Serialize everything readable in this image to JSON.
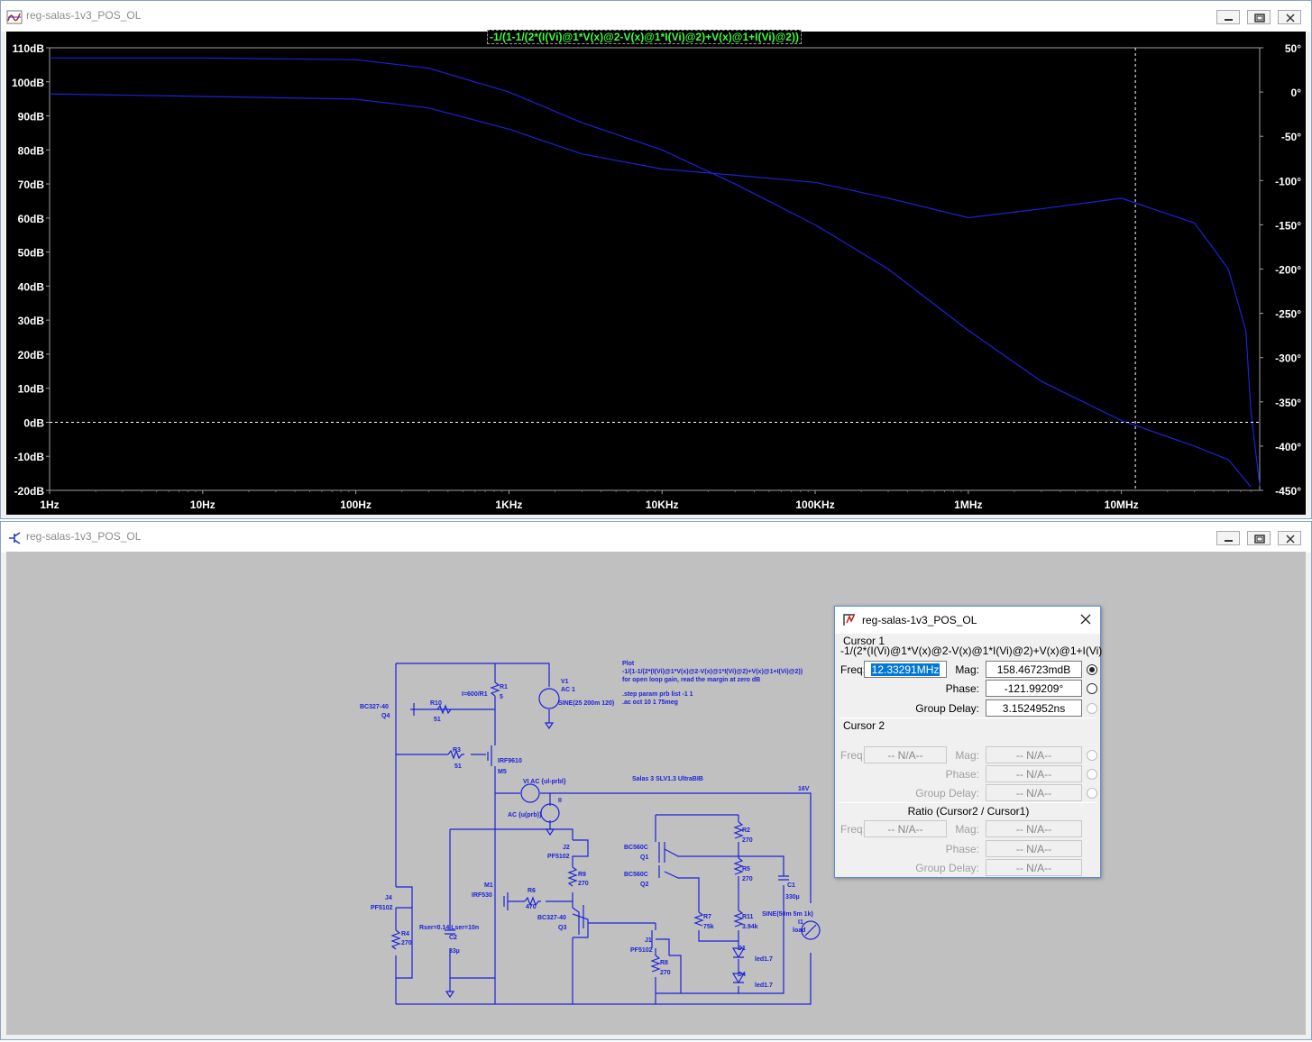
{
  "plot_window": {
    "title": "reg-salas-1v3_POS_OL",
    "trace_label": "-1/(1-1/(2*(I(Vi)@1*V(x)@2-V(x)@1*I(Vi)@2)+V(x)@1+I(Vi)@2))"
  },
  "schematic_window": {
    "title": "reg-salas-1v3_POS_OL"
  },
  "chart_data": {
    "type": "line",
    "x_scale": "log",
    "xlim": [
      1,
      80000000
    ],
    "x_ticks": [
      "1Hz",
      "10Hz",
      "100Hz",
      "1KHz",
      "10KHz",
      "100KHz",
      "1MHz",
      "10MHz"
    ],
    "y_left": {
      "ticks": [
        "110dB",
        "100dB",
        "90dB",
        "80dB",
        "70dB",
        "60dB",
        "50dB",
        "40dB",
        "30dB",
        "20dB",
        "10dB",
        "0dB",
        "-10dB",
        "-20dB"
      ],
      "range": [
        -20,
        110
      ]
    },
    "y_right": {
      "ticks": [
        "50°",
        "0°",
        "-50°",
        "-100°",
        "-150°",
        "-200°",
        "-250°",
        "-300°",
        "-350°",
        "-400°",
        "-450°"
      ],
      "range": [
        -450,
        50
      ]
    },
    "cursor_x": 12332910,
    "series": [
      {
        "kind": "magnitude",
        "color": "#1c22d8",
        "x": [
          1,
          10,
          100,
          300,
          1000,
          3000,
          10000,
          30000,
          100000,
          300000,
          1000000,
          3000000,
          10000000,
          30000000,
          50000000,
          70000000
        ],
        "y": [
          107,
          107,
          106.5,
          104,
          97,
          88,
          80,
          70,
          58,
          45,
          27,
          12,
          0.5,
          -7,
          -11,
          -19
        ]
      },
      {
        "kind": "phase",
        "color": "#1c22d8",
        "x": [
          1,
          10,
          100,
          300,
          1000,
          3000,
          10000,
          30000,
          100000,
          300000,
          1000000,
          3000000,
          10000000,
          30000000,
          50000000,
          65000000,
          70000000,
          80000000
        ],
        "y": [
          -2,
          -5,
          -8,
          -18,
          -42,
          -70,
          -87,
          -94,
          -102,
          -120,
          -142,
          -132,
          -120,
          -148,
          -200,
          -270,
          -360,
          -445
        ]
      }
    ]
  },
  "schematic": {
    "components": [
      "BC327-40",
      "Q4",
      "R10",
      "51",
      "R1",
      "5",
      "I=600/R1",
      "V1",
      "AC 1",
      "SINE(25 200m 120)",
      "R3",
      "51",
      "IRF9610",
      "M5",
      "VI AC {ul-prbl}",
      "AC {u(prb)}",
      "II",
      "16V",
      "J2",
      "PF5102",
      "R9",
      "270",
      "M1",
      "IRF530",
      "R6",
      "470",
      "BC327-40",
      "Q3",
      "J4",
      "PF5102",
      "R4",
      "270",
      "Rser=0.14 Lser=10n",
      "C2",
      "33µ",
      "BC560C",
      "Q1",
      "BC560C",
      "Q2",
      "R2",
      "270",
      "R5",
      "270",
      "R7",
      "75k",
      "R11",
      "3.94k",
      "J1",
      "PF5102",
      "R8",
      "270",
      "D1",
      "led1.7",
      "D4",
      "led1.7",
      "C1",
      "330µ",
      "SINE(50m 5m 1k)",
      "I1",
      "load",
      "Salas 3 SLV1.3 UltraBIB"
    ],
    "notes": [
      "Plot",
      "-1/(1-1/(2*(I(Vi)@1*V(x)@2-V(x)@1*I(Vi)@2)+V(x)@1+I(Vi)@2))",
      "for open loop gain, read the margin at zero dB",
      ".step param prb list -1 1",
      ".ac oct 10 1 75meg"
    ]
  },
  "cursor_dialog": {
    "title": "reg-salas-1v3_POS_OL",
    "cursor1": {
      "heading": "Cursor 1",
      "expr": "-1/(2*(I(Vi)@1*V(x)@2-V(x)@1*I(Vi)@2)+V(x)@1+I(Vi)",
      "freq_label": "Freq:",
      "freq": "12.33291MHz",
      "mag_label": "Mag:",
      "mag": "158.46723mdB",
      "phase_label": "Phase:",
      "phase": "-121.99209°",
      "gd_label": "Group Delay:",
      "gd": "3.1524952ns"
    },
    "cursor2": {
      "heading": "Cursor 2",
      "freq_label": "Freq:",
      "freq": "-- N/A--",
      "mag_label": "Mag:",
      "mag": "-- N/A--",
      "phase_label": "Phase:",
      "phase": "-- N/A--",
      "gd_label": "Group Delay:",
      "gd": "-- N/A--"
    },
    "ratio": {
      "heading": "Ratio (Cursor2 / Cursor1)",
      "freq_label": "Freq:",
      "freq": "-- N/A--",
      "mag_label": "Mag:",
      "mag": "-- N/A--",
      "phase_label": "Phase:",
      "phase": "-- N/A--",
      "gd_label": "Group Delay:",
      "gd": "-- N/A--"
    }
  }
}
